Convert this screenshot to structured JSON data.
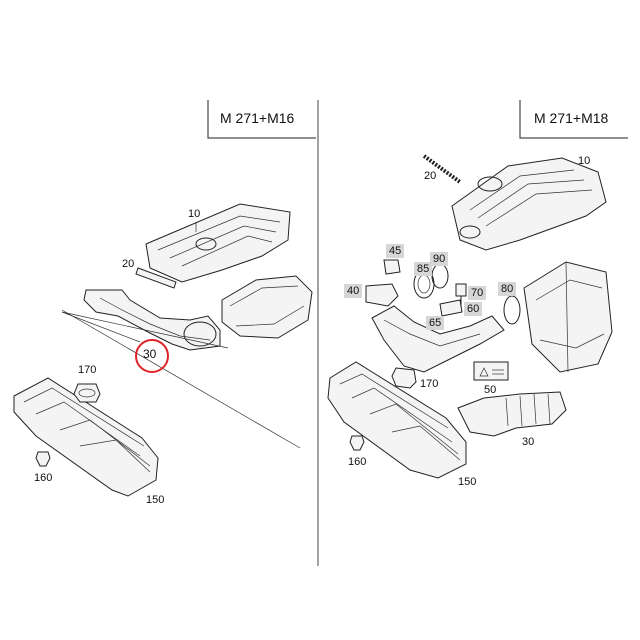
{
  "left_panel": {
    "title": "M 271+M16",
    "labels": {
      "p10": "10",
      "p20": "20",
      "p30": "30",
      "p170": "170",
      "p160": "160",
      "p150": "150"
    }
  },
  "right_panel": {
    "title": "M 271+M18",
    "labels": {
      "p10": "10",
      "p20": "20",
      "p45": "45",
      "p85": "85",
      "p90": "90",
      "p40": "40",
      "p70": "70",
      "p80": "80",
      "p60": "60",
      "p65": "65",
      "p170": "170",
      "p50": "50",
      "p160": "160",
      "p30": "30",
      "p150": "150"
    }
  },
  "highlight_color": "#e0232a"
}
